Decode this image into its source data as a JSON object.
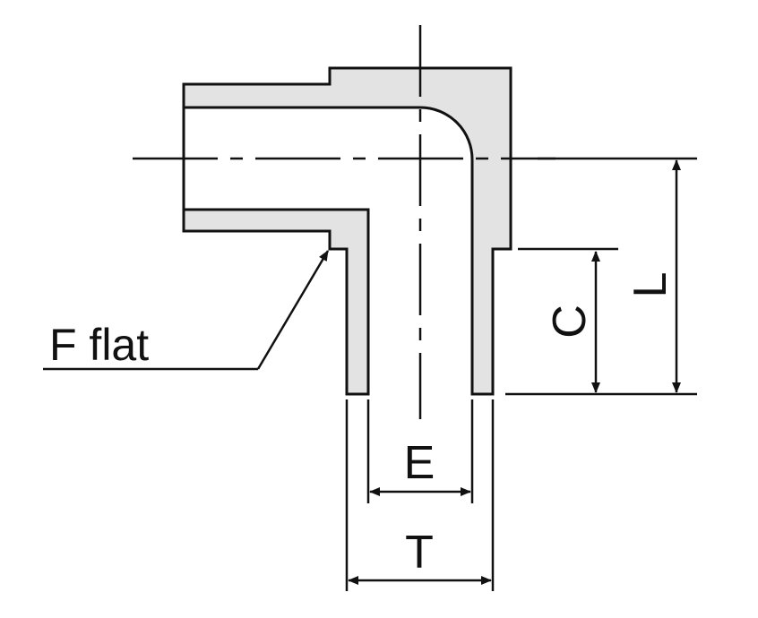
{
  "diagram": {
    "labels": {
      "f_flat": "F flat",
      "e": "E",
      "t": "T",
      "c": "C",
      "l": "L"
    },
    "colors": {
      "line": "#111111",
      "fill": "#e3e3e3",
      "background": "#ffffff"
    }
  }
}
